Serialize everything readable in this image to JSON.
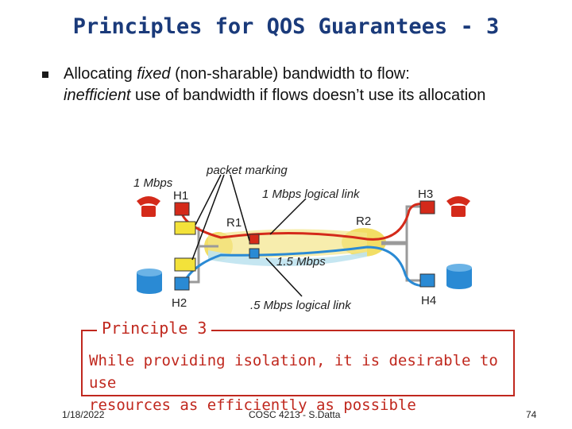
{
  "slide": {
    "title": "Principles for QOS Guarantees - 3",
    "bullet": {
      "part1_italic": "fixed",
      "prefix": "Allocating ",
      "part2": " (non-sharable) bandwidth to flow:",
      "part3_italic": "inefficient",
      "part4": " use of bandwidth if flows doesn’t use its allocation"
    },
    "diagram": {
      "label_1mbps": "1 Mbps",
      "label_packet_marking": "packet marking",
      "label_h1": "H1",
      "label_h2": "H2",
      "label_h3": "H3",
      "label_h4": "H4",
      "label_r1": "R1",
      "label_r2": "R2",
      "label_1mbps_link": "1 Mbps logical link",
      "label_15mbps": "1.5 Mbps",
      "label_05mbps_link": ".5 Mbps logical link",
      "colors": {
        "red_flow": "#d42a1a",
        "blue_flow": "#2a8ad4",
        "ellipse": "#f0d84a",
        "ellipse2": "#bfe3ef"
      }
    },
    "principle": {
      "label": "Principle 3",
      "text_line1": "While providing isolation, it is desirable to use",
      "text_line2": "resources as efficiently as possible"
    },
    "footer": {
      "date": "1/18/2022",
      "course": "COSC 4213 - S.Datta",
      "page": "74"
    }
  }
}
